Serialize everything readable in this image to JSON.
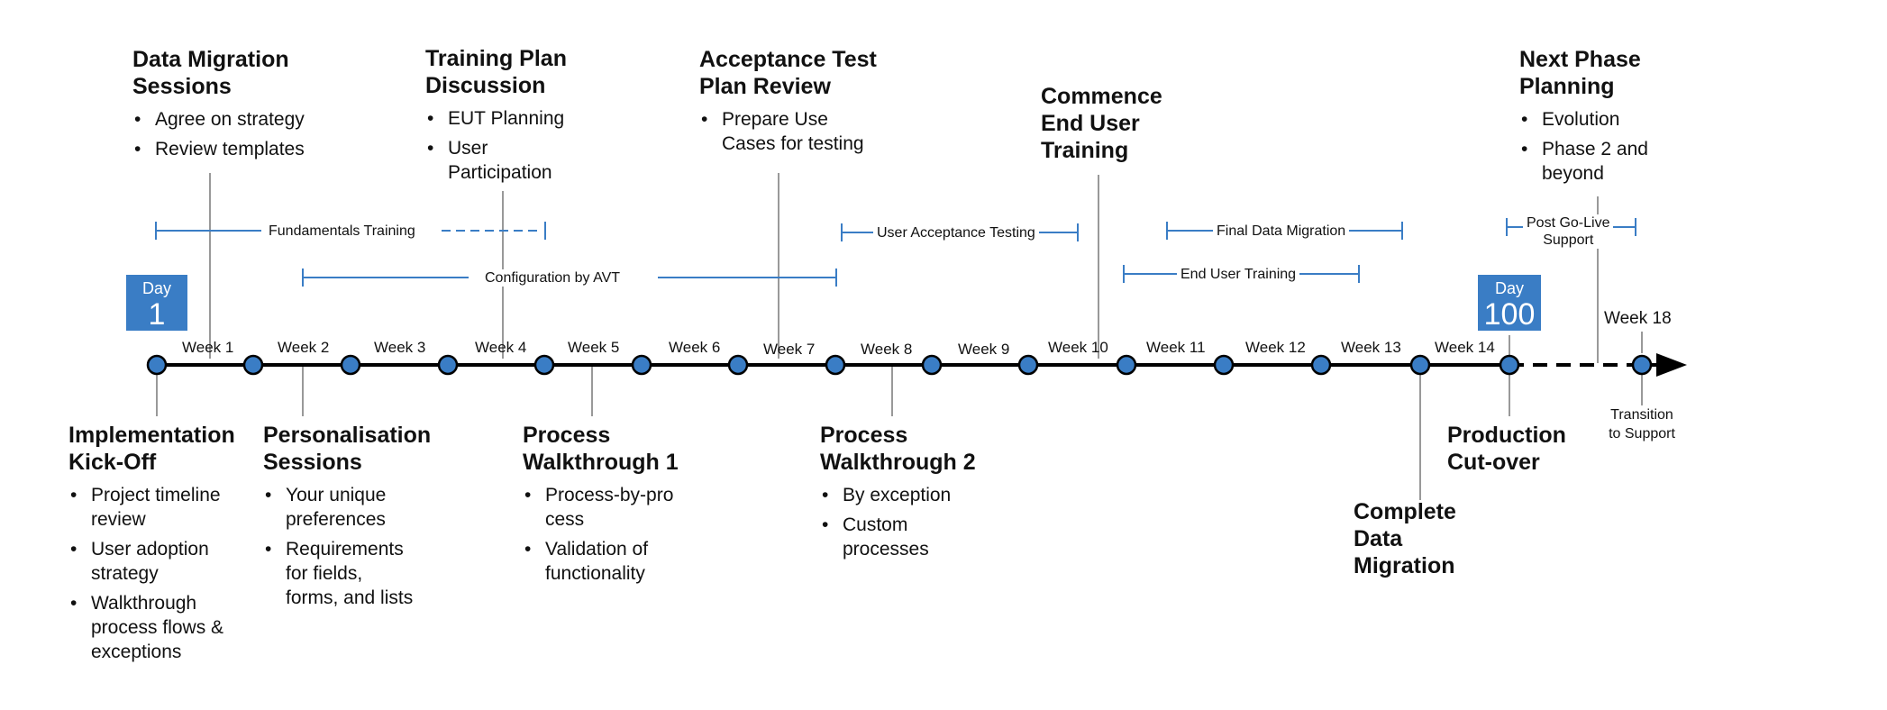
{
  "colors": {
    "accent": "#3a7dc5",
    "node_fill": "#3a7dc5",
    "line": "#000000",
    "connector": "#999999"
  },
  "weeks": [
    "Week 1",
    "Week 2",
    "Week 3",
    "Week 4",
    "Week 5",
    "Week 6",
    "Week 7",
    "Week 8",
    "Week 9",
    "Week 10",
    "Week 11",
    "Week 12",
    "Week 13",
    "Week 14",
    "Week 18"
  ],
  "day_badges": [
    {
      "label": "Day",
      "value": "1"
    },
    {
      "label": "Day",
      "value": "100"
    }
  ],
  "top_milestones": [
    {
      "title": "Data Migration\nSessions",
      "bullets": [
        "Agree on strategy",
        "Review templates"
      ]
    },
    {
      "title": "Training Plan\nDiscussion",
      "bullets": [
        "EUT Planning",
        "User\nParticipation"
      ]
    },
    {
      "title": "Acceptance Test\nPlan Review",
      "bullets": [
        "Prepare Use\nCases for testing"
      ]
    },
    {
      "title": "Commence\nEnd User\nTraining",
      "bullets": []
    },
    {
      "title": "Next Phase\nPlanning",
      "bullets": [
        "Evolution",
        "Phase 2 and\nbeyond"
      ]
    }
  ],
  "bottom_milestones": [
    {
      "title": "Implementation\nKick-Off",
      "bullets": [
        "Project timeline\nreview",
        "User adoption\nstrategy",
        "Walkthrough\nprocess flows &\nexceptions"
      ]
    },
    {
      "title": "Personalisation\nSessions",
      "bullets": [
        "Your unique\npreferences",
        "Requirements\nfor fields,\nforms, and lists"
      ]
    },
    {
      "title": "Process\nWalkthrough 1",
      "bullets": [
        "Process-by-pro\ncess",
        "Validation of\nfunctionality"
      ]
    },
    {
      "title": "Process\nWalkthrough 2",
      "bullets": [
        "By exception",
        "Custom\nprocesses"
      ]
    },
    {
      "title": "Complete\nData\nMigration",
      "bullets": []
    },
    {
      "title": "Production\nCut-over",
      "bullets": []
    }
  ],
  "phase_bars": [
    {
      "label": "Fundamentals Training"
    },
    {
      "label": "Configuration  by AVT"
    },
    {
      "label": "User Acceptance Testing"
    },
    {
      "label": "Final Data Migration"
    },
    {
      "label": "End User Training"
    },
    {
      "label": "Post Go-Live\nSupport"
    }
  ],
  "end_note": "Transition\nto Support"
}
